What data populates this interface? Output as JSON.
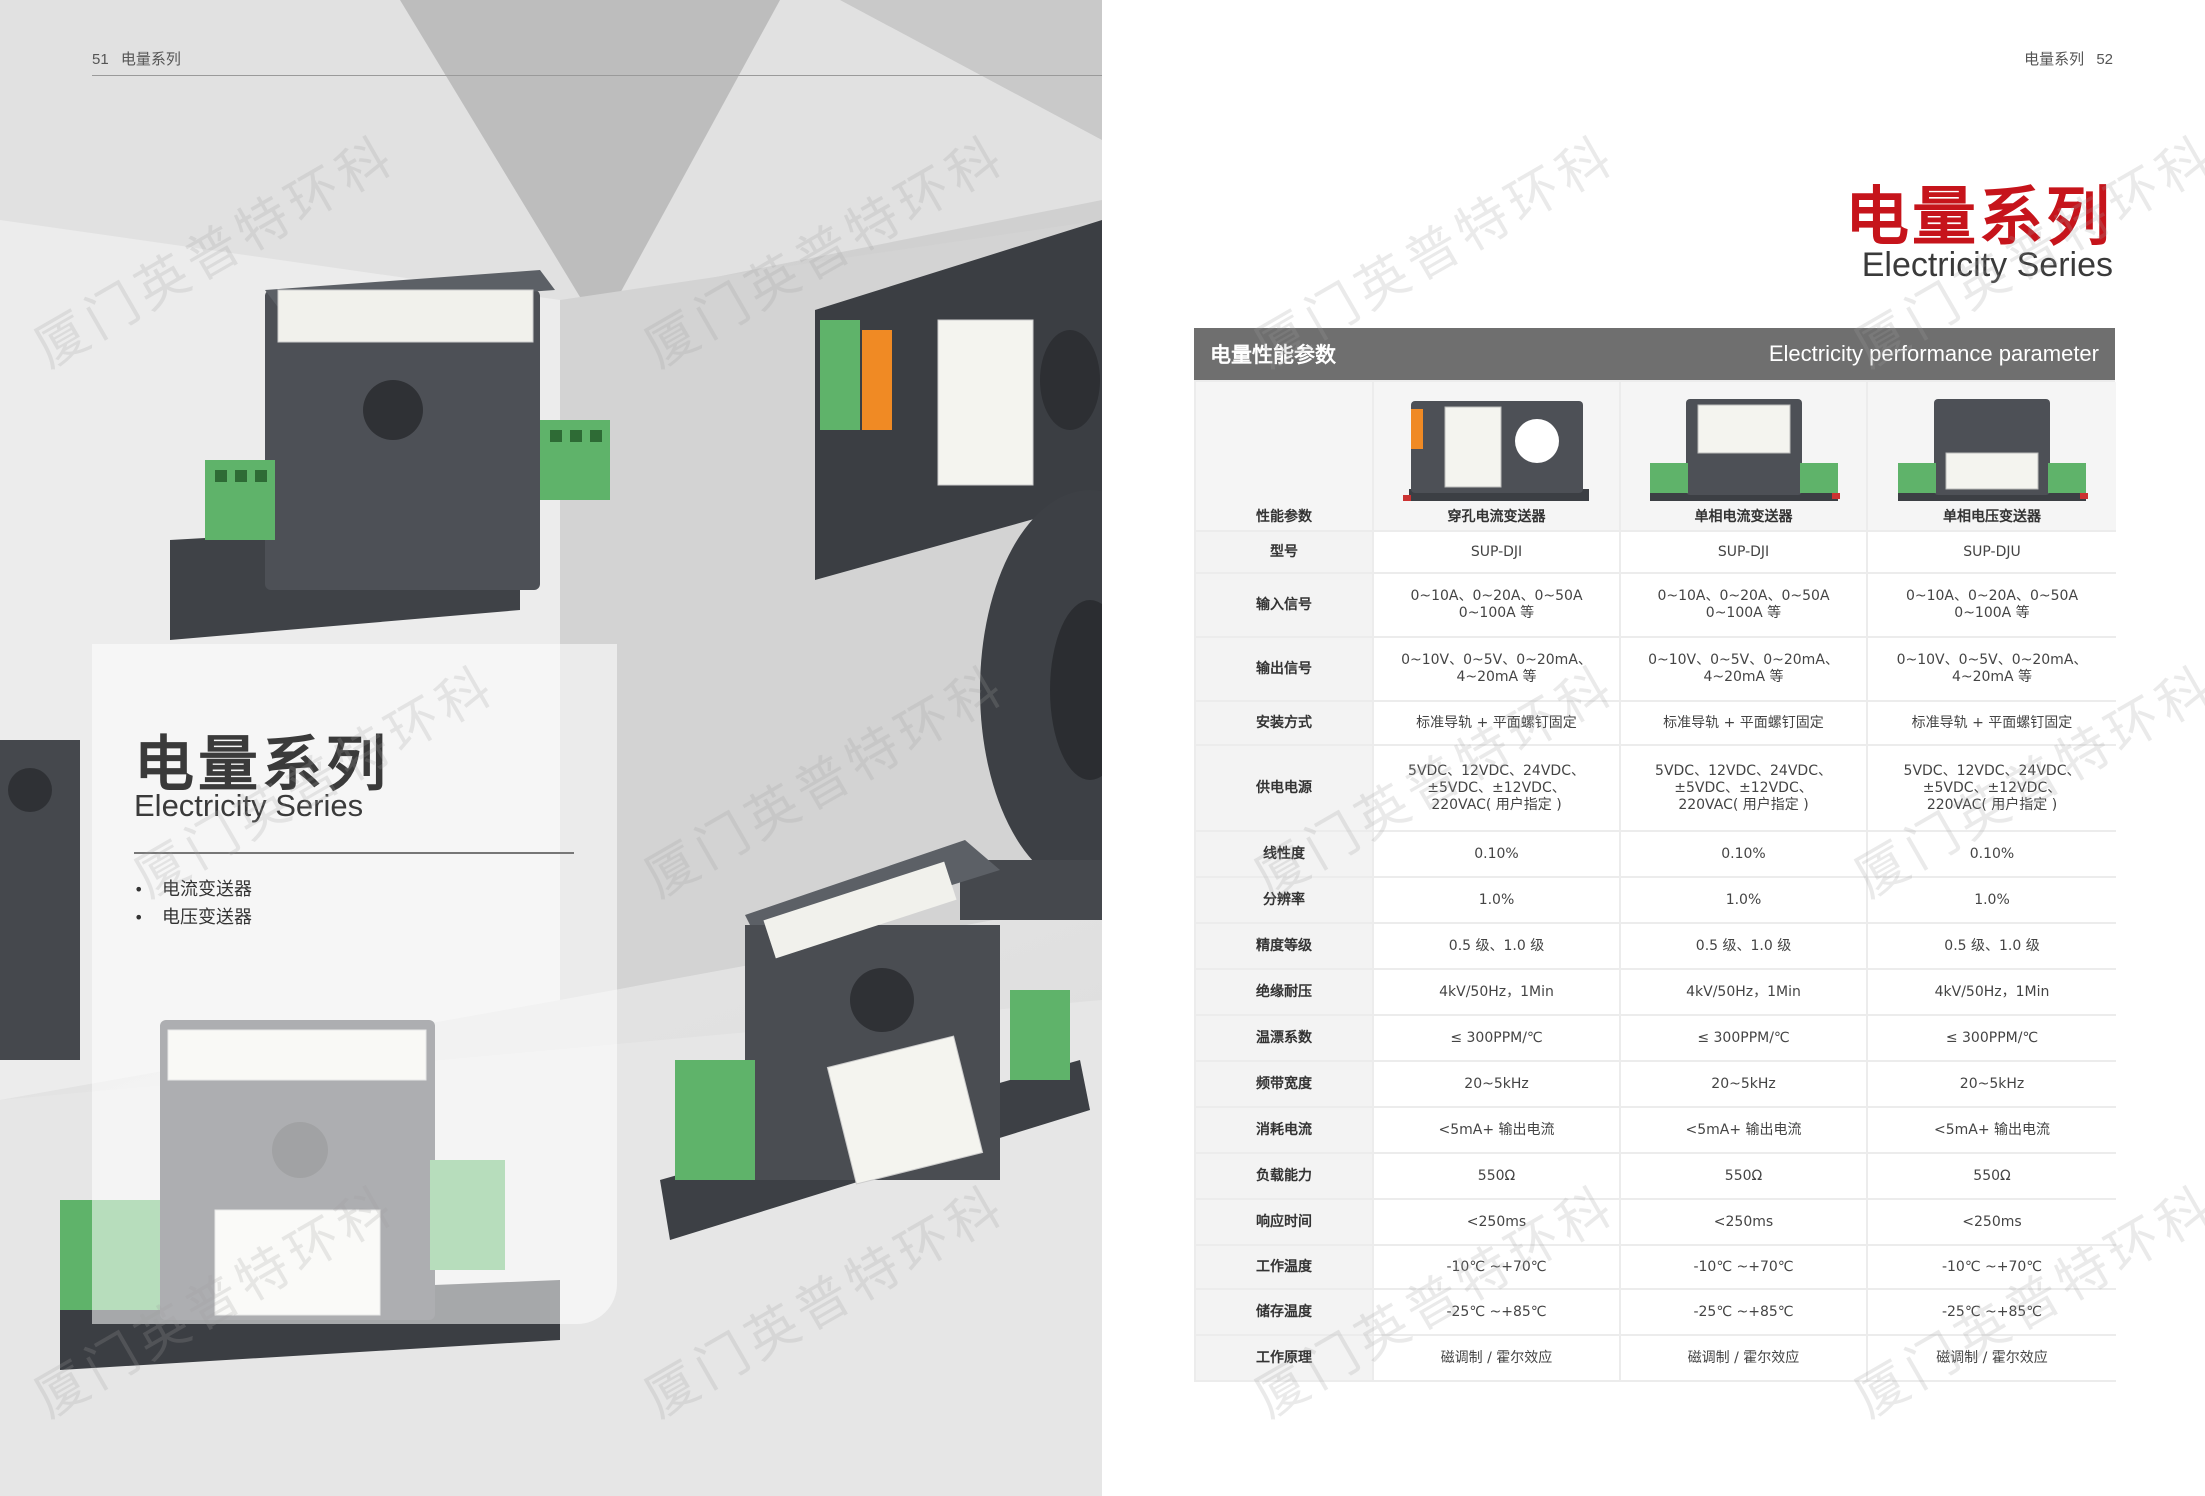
{
  "left_page": {
    "page_number": "51",
    "header_label": "电量系列",
    "card": {
      "title_cn": "电量系列",
      "title_en": "Electricity Series",
      "items": [
        "电流变送器",
        "电压变送器"
      ]
    }
  },
  "right_page": {
    "page_number": "52",
    "header_label": "电量系列",
    "title_cn": "电量系列",
    "title_en": "Electricity Series",
    "table_bar": {
      "title_cn": "电量性能参数",
      "title_en": "Electricity performance parameter"
    },
    "table": {
      "header_param": "性能参数",
      "products": [
        "穿孔电流变送器",
        "单相电流变送器",
        "单相电压变送器"
      ],
      "rows": [
        {
          "param": "型号",
          "values": [
            "SUP-DJI",
            "SUP-DJI",
            "SUP-DJU"
          ]
        },
        {
          "param": "输入信号",
          "values": [
            "0~10A、0~20A、0~50A\n0~100A 等",
            "0~10A、0~20A、0~50A\n0~100A 等",
            "0~10A、0~20A、0~50A\n0~100A 等"
          ]
        },
        {
          "param": "输出信号",
          "values": [
            "0~10V、0~5V、0~20mA、\n4~20mA 等",
            "0~10V、0~5V、0~20mA、\n4~20mA 等",
            "0~10V、0~5V、0~20mA、\n4~20mA 等"
          ]
        },
        {
          "param": "安装方式",
          "values": [
            "标准导轨 + 平面螺钉固定",
            "标准导轨 + 平面螺钉固定",
            "标准导轨 + 平面螺钉固定"
          ]
        },
        {
          "param": "供电电源",
          "values": [
            "5VDC、12VDC、24VDC、\n±5VDC、±12VDC、\n220VAC( 用户指定 )",
            "5VDC、12VDC、24VDC、\n±5VDC、±12VDC、\n220VAC( 用户指定 )",
            "5VDC、12VDC、24VDC、\n±5VDC、±12VDC、\n220VAC( 用户指定 )"
          ]
        },
        {
          "param": "线性度",
          "values": [
            "0.10%",
            "0.10%",
            "0.10%"
          ]
        },
        {
          "param": "分辨率",
          "values": [
            "1.0%",
            "1.0%",
            "1.0%"
          ]
        },
        {
          "param": "精度等级",
          "values": [
            "0.5 级、1.0 级",
            "0.5 级、1.0 级",
            "0.5 级、1.0 级"
          ]
        },
        {
          "param": "绝缘耐压",
          "values": [
            "4kV/50Hz，1Min",
            "4kV/50Hz，1Min",
            "4kV/50Hz，1Min"
          ]
        },
        {
          "param": "温漂系数",
          "values": [
            "≤ 300PPM/℃",
            "≤ 300PPM/℃",
            "≤ 300PPM/℃"
          ]
        },
        {
          "param": "频带宽度",
          "values": [
            "20~5kHz",
            "20~5kHz",
            "20~5kHz"
          ]
        },
        {
          "param": "消耗电流",
          "values": [
            "<5mA+ 输出电流",
            "<5mA+ 输出电流",
            "<5mA+ 输出电流"
          ]
        },
        {
          "param": "负载能力",
          "values": [
            "550Ω",
            "550Ω",
            "550Ω"
          ]
        },
        {
          "param": "响应时间",
          "values": [
            "<250ms",
            "<250ms",
            "<250ms"
          ]
        },
        {
          "param": "工作温度",
          "values": [
            "-10℃ ~+70℃",
            "-10℃ ~+70℃",
            "-10℃ ~+70℃"
          ]
        },
        {
          "param": "储存温度",
          "values": [
            "-25℃ ~+85℃",
            "-25℃ ~+85℃",
            "-25℃ ~+85℃"
          ]
        },
        {
          "param": "工作原理",
          "values": [
            "磁调制 / 霍尔效应",
            "磁调制 / 霍尔效应",
            "磁调制 / 霍尔效应"
          ]
        }
      ]
    }
  },
  "watermark_text": "厦门英普特环科",
  "colors": {
    "accent_red": "#c6141b",
    "bar_gray": "#6f6f6f",
    "device_gray": "#4a4d52",
    "terminal_green": "#5fb36a",
    "terminal_orange": "#f08a24"
  },
  "icons": [
    "transducer-product-image",
    "terminal-block"
  ]
}
